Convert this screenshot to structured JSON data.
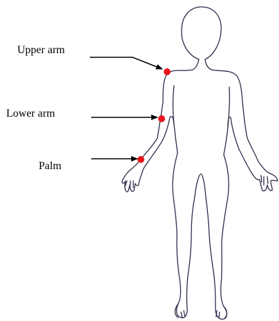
{
  "labels": {
    "upper_arm": "Upper arm",
    "lower_arm": "Lower arm",
    "palm": "Palm"
  },
  "colors": {
    "outline": "#2b2b4a",
    "marker": "#e8141c",
    "arrow": "#000000"
  }
}
